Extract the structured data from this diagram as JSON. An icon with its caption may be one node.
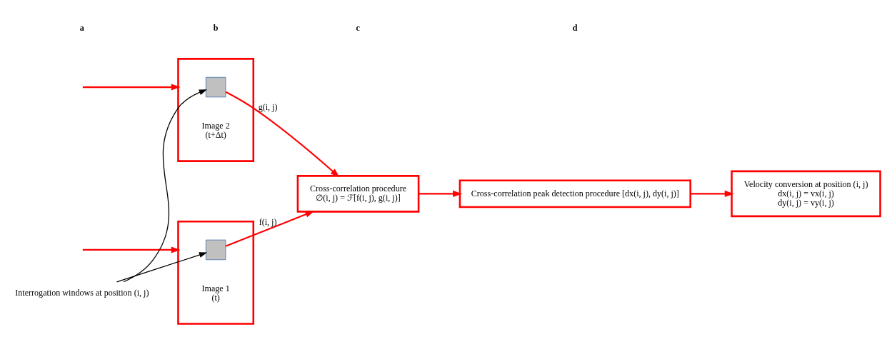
{
  "diagram": {
    "nodes": [
      {
        "text": [],
        "shape": "box",
        "beside": [
          "Image 1",
          "(t)"
        ]
      },
      {
        "text": [],
        "shape": "box",
        "in": 0
      },
      {
        "text": [],
        "shape": "box",
        "beside": [
          "Image 2",
          "(t+Δt)"
        ]
      },
      {
        "text": [],
        "shape": "box",
        "in": 2
      },
      {
        "text": [
          "Interrogation windows at position (i, j)"
        ]
      },
      {
        "text": [
          "Cross-correlation procedure",
          "∅(i, j) = ℱ[f(i, j), g(i, j)]"
        ]
      },
      {
        "text": [
          "Cross-correlation peak detection procedure [dx(i, j), dy(i, j)]"
        ]
      },
      {
        "text": [
          "Velocity conversion at position (i, j)",
          "dx(i, j) = vx(i, j)",
          "dy(i, j) = vy(i, j)"
        ]
      }
    ],
    "edges": [
      {
        "from": null,
        "to": 0,
        "arrow": "to"
      },
      {
        "from": null,
        "to": 2,
        "arrow": "to"
      },
      {
        "from": 4,
        "to": 1,
        "arrow": "to",
        "color": "#000000"
      },
      {
        "from": 4,
        "to": 3,
        "arrow": "to",
        "color": "#000000"
      },
      {
        "from": 1,
        "to": 5,
        "arrow": "to",
        "label": "f(i, j)"
      },
      {
        "from": 3,
        "to": 5,
        "arrow": "to",
        "label": "g(i, j)"
      },
      {
        "from": 5,
        "to": 6,
        "arrow": "to"
      },
      {
        "from": 6,
        "to": 7,
        "arrow": "to"
      }
    ],
    "labels": [
      "a",
      "b",
      "c",
      "d"
    ]
  }
}
